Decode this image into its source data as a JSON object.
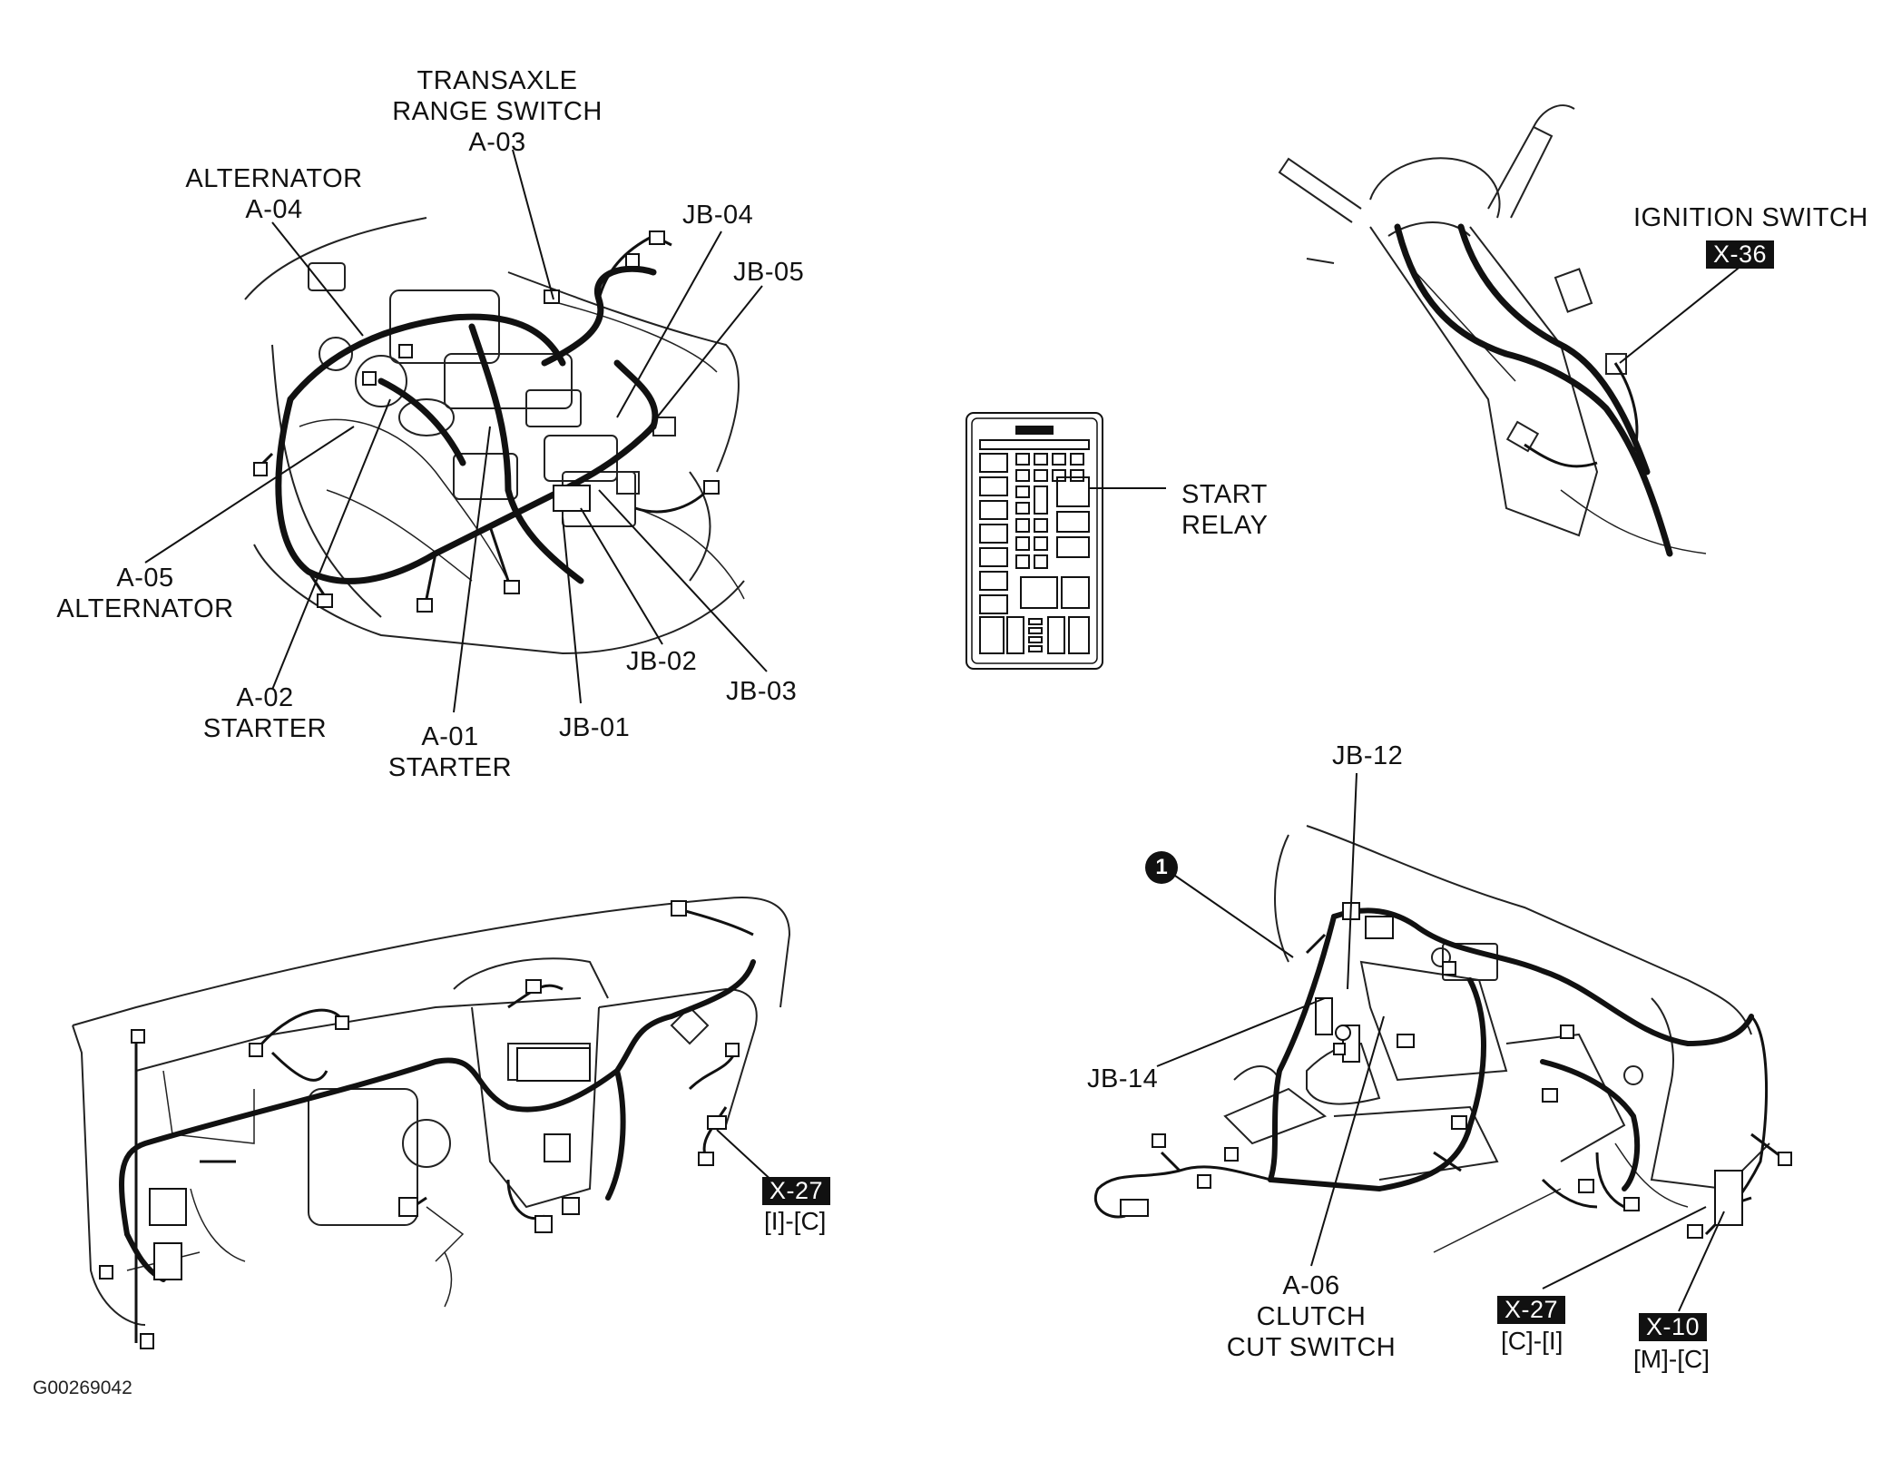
{
  "engine_bay": {
    "transaxle": [
      "TRANSAXLE",
      "RANGE SWITCH",
      "A-03"
    ],
    "alternator_a04": [
      "ALTERNATOR",
      "A-04"
    ],
    "jb04": "JB-04",
    "jb05": "JB-05",
    "a05": [
      "A-05",
      "ALTERNATOR"
    ],
    "a02": [
      "A-02",
      "STARTER"
    ],
    "a01": [
      "A-01",
      "STARTER"
    ],
    "jb02": "JB-02",
    "jb03": "JB-03",
    "jb01": "JB-01"
  },
  "relay_box": {
    "start_relay": [
      "START",
      "RELAY"
    ]
  },
  "steering_column": {
    "ignition_switch": "IGNITION SWITCH",
    "tag": "X-36"
  },
  "dashboard": {
    "tag": "X-27",
    "sub": "[I]-[C]"
  },
  "floor_console": {
    "callout": "1",
    "jb12": "JB-12",
    "jb14": "JB-14",
    "a06": [
      "A-06",
      "CLUTCH",
      "CUT SWITCH"
    ],
    "x27_tag": "X-27",
    "x27_sub": "[C]-[I]",
    "x10_tag": "X-10",
    "x10_sub": "[M]-[C]"
  },
  "figure_id": "G00269042"
}
